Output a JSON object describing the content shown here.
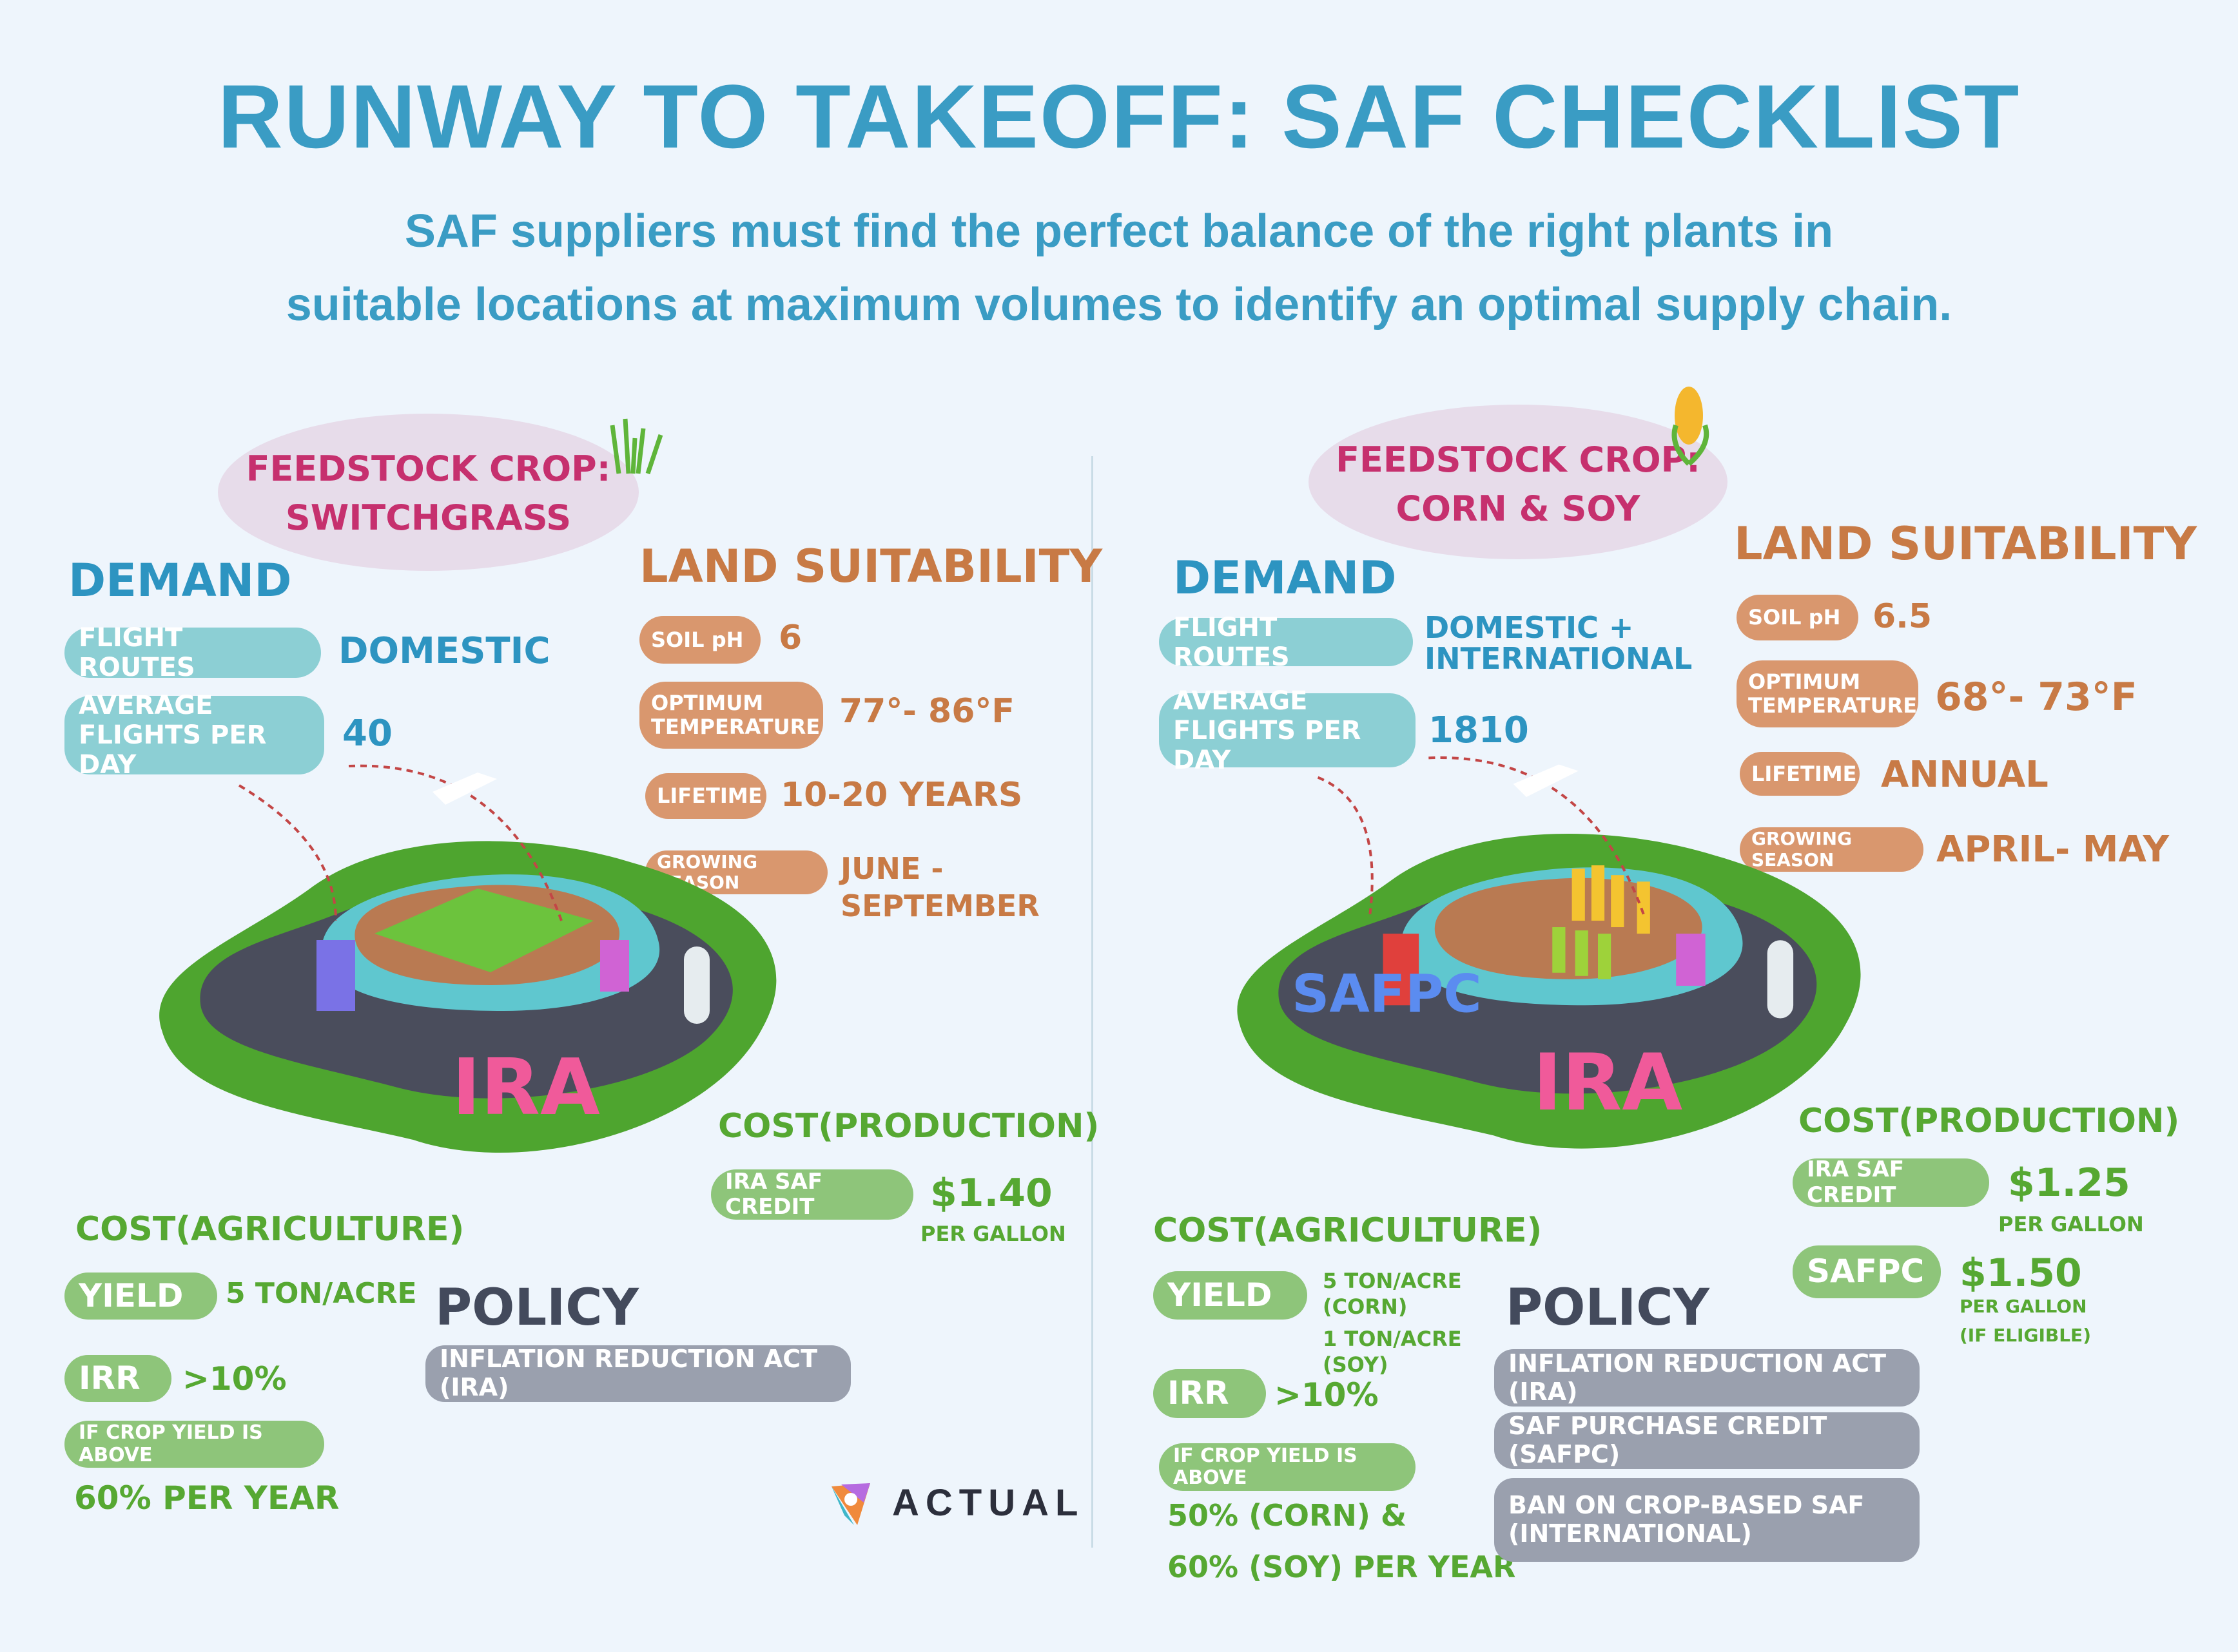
{
  "title": "RUNWAY TO TAKEOFF: SAF CHECKLIST",
  "subtitle": [
    "SAF suppliers must find the perfect balance of the right plants in",
    "suitable locations at maximum volumes to identify an optimal supply chain."
  ],
  "colors": {
    "title": "#3a9cc4",
    "crop": "#c6306e",
    "demand": "#2d94c1",
    "land": "#c87a45",
    "cost": "#56a832",
    "policy": "#434a5c",
    "background": "#eef5fc"
  },
  "left": {
    "crop_label": "FEEDSTOCK CROP:",
    "crop_name": "SWITCHGRASS",
    "crop_icon": "grass-icon",
    "demand": {
      "heading": "DEMAND",
      "routes_label": "FLIGHT ROUTES",
      "routes_value": "DOMESTIC",
      "flights_label": "AVERAGE FLIGHTS PER DAY",
      "flights_value": "40"
    },
    "land": {
      "heading": "LAND SUITABILITY",
      "ph_label": "SOIL pH",
      "ph_value": "6",
      "temp_label": "OPTIMUM TEMPERATURE",
      "temp_value": "77°- 86°F",
      "life_label": "LIFETIME",
      "life_value": "10-20 YEARS",
      "season_label": "GROWING SEASON",
      "season_value": "JUNE - SEPTEMBER"
    },
    "illustration": {
      "ira_text": "IRA"
    },
    "cost_prod": {
      "heading": "COST(PRODUCTION)",
      "credit_label": "IRA SAF CREDIT",
      "credit_value": "$1.40",
      "credit_unit": "PER GALLON"
    },
    "cost_ag": {
      "heading": "COST(AGRICULTURE)",
      "yield_label": "YIELD",
      "yield_value": "5 TON/ACRE",
      "irr_label": "IRR",
      "irr_value": ">10%",
      "cond_label": "IF CROP YIELD IS ABOVE",
      "cond_value": "60% PER YEAR"
    },
    "policy": {
      "heading": "POLICY",
      "items": [
        "INFLATION REDUCTION ACT (IRA)"
      ]
    }
  },
  "right": {
    "crop_label": "FEEDSTOCK CROP:",
    "crop_name": "CORN & SOY",
    "crop_icon": "corn-icon",
    "demand": {
      "heading": "DEMAND",
      "routes_label": "FLIGHT ROUTES",
      "routes_value": "DOMESTIC + INTERNATIONAL",
      "flights_label": "AVERAGE FLIGHTS PER DAY",
      "flights_value": "1810"
    },
    "land": {
      "heading": "LAND SUITABILITY",
      "ph_label": "SOIL pH",
      "ph_value": "6.5",
      "temp_label": "OPTIMUM TEMPERATURE",
      "temp_value": "68°- 73°F",
      "life_label": "LIFETIME",
      "life_value": "ANNUAL",
      "season_label": "GROWING SEASON",
      "season_value": "APRIL- MAY"
    },
    "illustration": {
      "ira_text": "IRA",
      "safpc_text": "SAFPC"
    },
    "cost_prod": {
      "heading": "COST(PRODUCTION)",
      "credit_label": "IRA SAF CREDIT",
      "credit_value": "$1.25",
      "credit_unit": "PER GALLON",
      "safpc_label": "SAFPC",
      "safpc_value": "$1.50",
      "safpc_unit": "PER GALLON",
      "safpc_note": "(IF ELIGIBLE)"
    },
    "cost_ag": {
      "heading": "COST(AGRICULTURE)",
      "yield_label": "YIELD",
      "yield_corn": "5 TON/ACRE (CORN)",
      "yield_soy": "1 TON/ACRE (SOY)",
      "irr_label": "IRR",
      "irr_value": ">10%",
      "cond_label": "IF CROP YIELD IS ABOVE",
      "cond_value_1": "50% (CORN) &",
      "cond_value_2": "60% (SOY) PER YEAR"
    },
    "policy": {
      "heading": "POLICY",
      "items": [
        "INFLATION REDUCTION ACT (IRA)",
        "SAF PURCHASE CREDIT (SAFPC)",
        "BAN ON CROP-BASED SAF (INTERNATIONAL)"
      ]
    }
  },
  "logo": {
    "text": "ACTUAL"
  }
}
